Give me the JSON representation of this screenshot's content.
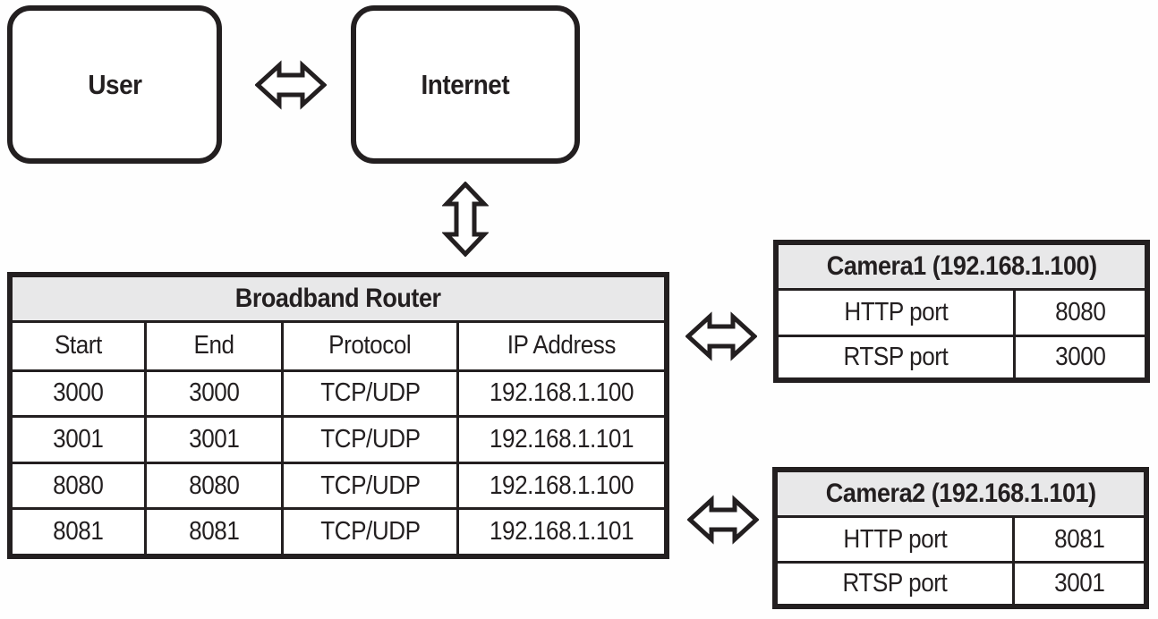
{
  "diagram": {
    "user_box": {
      "label": "User"
    },
    "internet_box": {
      "label": "Internet"
    },
    "router_table": {
      "title": "Broadband Router",
      "columns": [
        "Start",
        "End",
        "Protocol",
        "IP Address"
      ],
      "rows": [
        [
          "3000",
          "3000",
          "TCP/UDP",
          "192.168.1.100"
        ],
        [
          "3001",
          "3001",
          "TCP/UDP",
          "192.168.1.101"
        ],
        [
          "8080",
          "8080",
          "TCP/UDP",
          "192.168.1.100"
        ],
        [
          "8081",
          "8081",
          "TCP/UDP",
          "192.168.1.101"
        ]
      ]
    },
    "camera1_table": {
      "title": "Camera1 (192.168.1.100)",
      "rows": [
        [
          "HTTP port",
          "8080"
        ],
        [
          "RTSP port",
          "3000"
        ]
      ]
    },
    "camera2_table": {
      "title": "Camera2 (192.168.1.101)",
      "rows": [
        [
          "HTTP port",
          "8081"
        ],
        [
          "RTSP port",
          "3001"
        ]
      ]
    },
    "icons": {
      "horizontal_arrow": "double-arrow-horizontal",
      "vertical_arrow": "double-arrow-vertical"
    },
    "colors": {
      "line": "#231f20",
      "header_bg": "#e8e8e9"
    }
  }
}
